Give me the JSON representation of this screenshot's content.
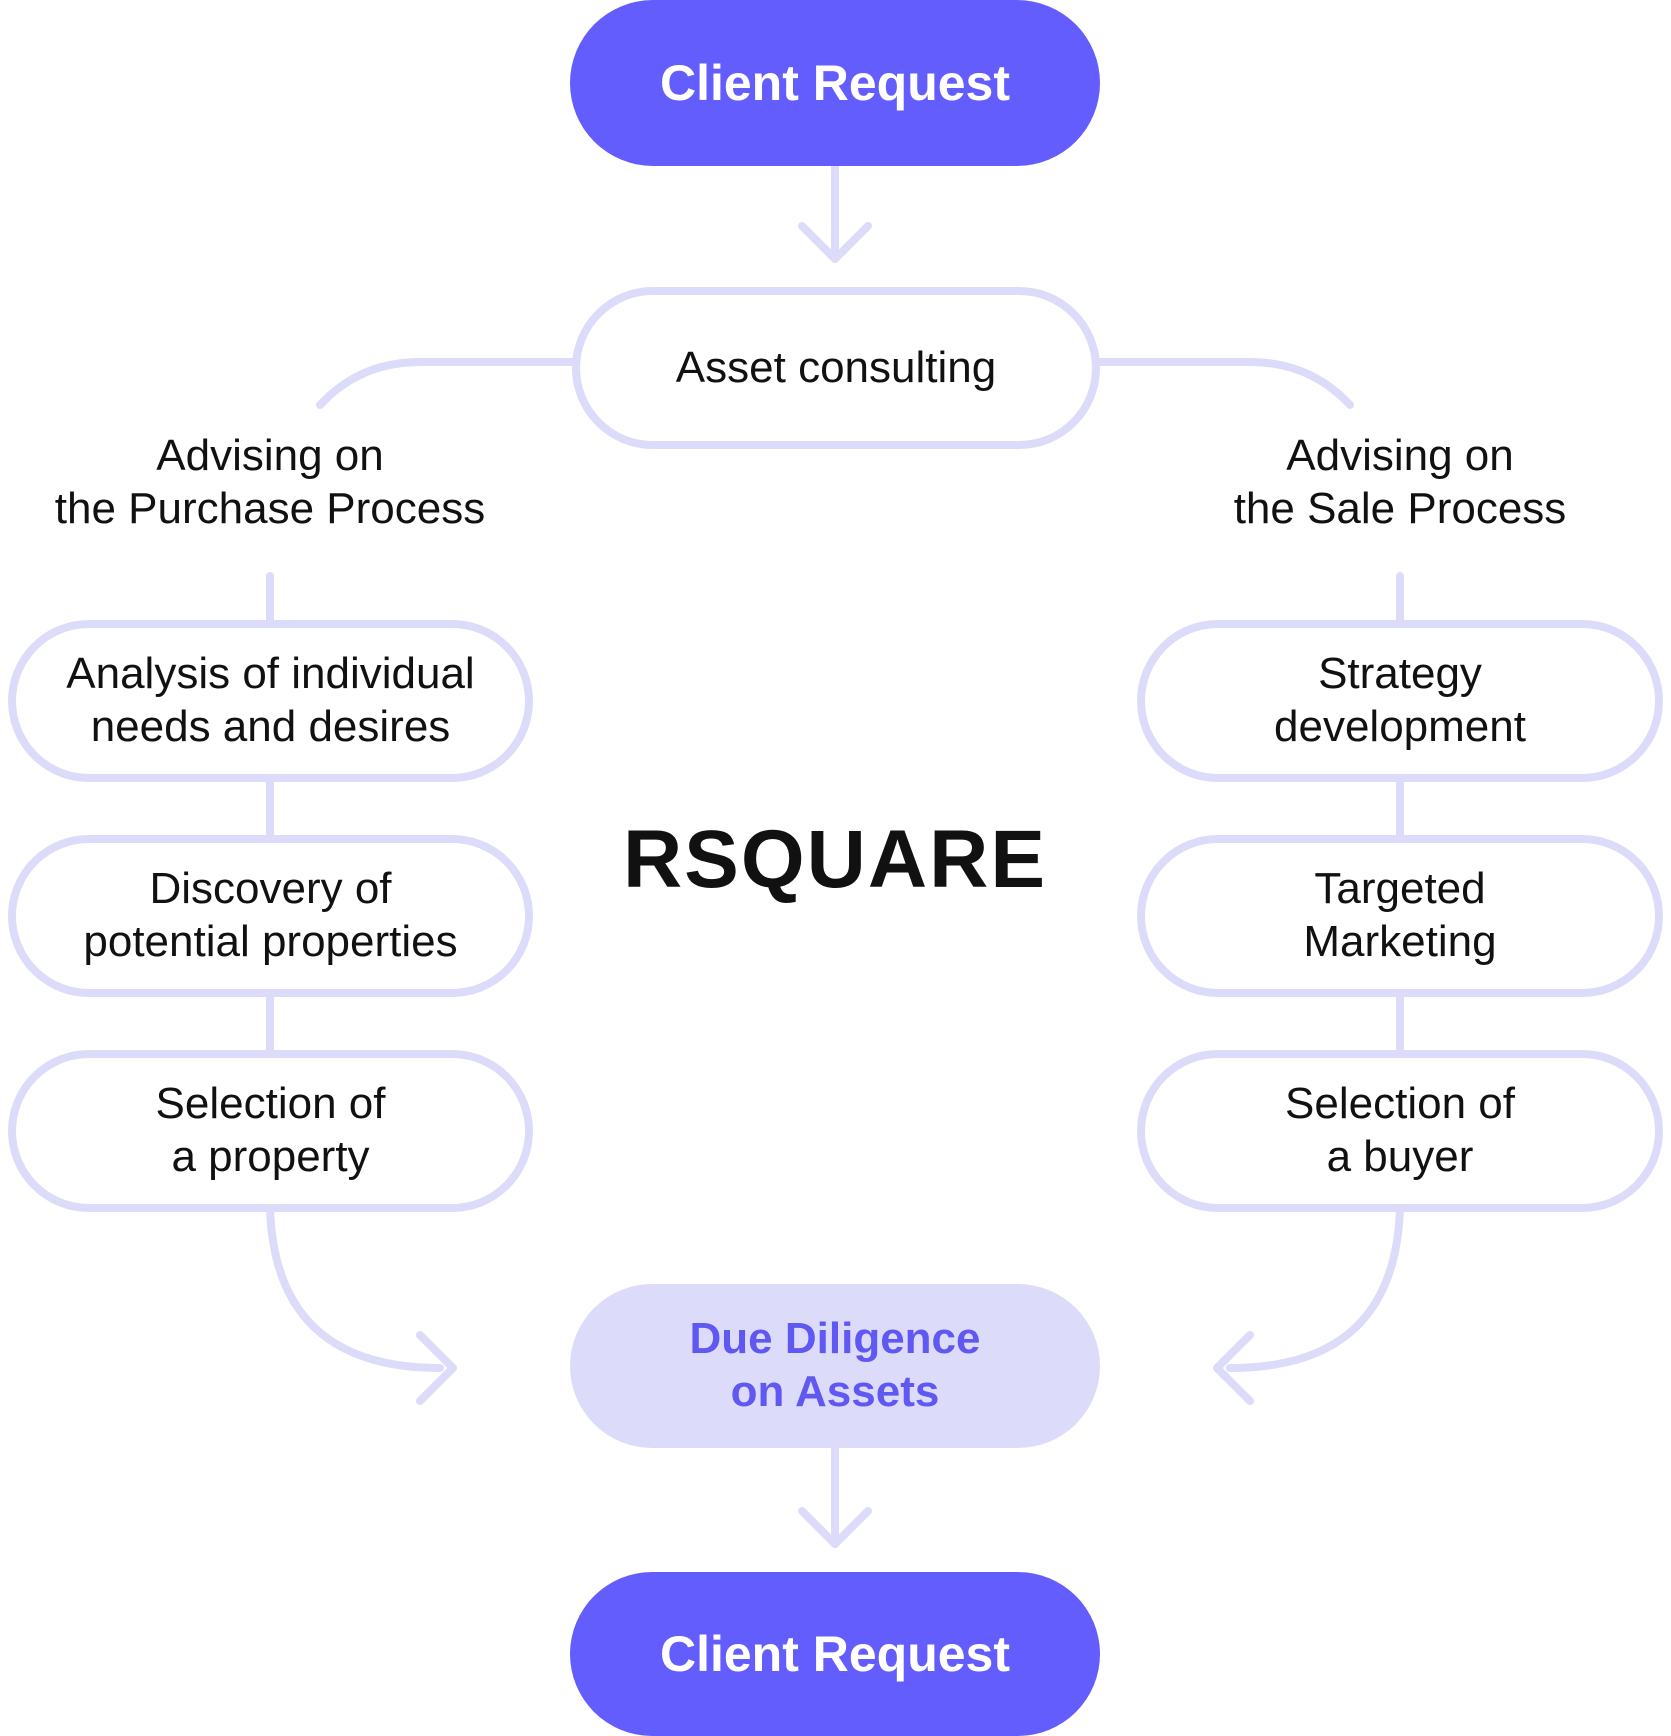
{
  "colors": {
    "accent": "#645dfe",
    "outline": "#dcdcfa",
    "soft_fill": "#dcdcfa",
    "soft_text": "#5f58f2",
    "text": "#111111",
    "background": "#ffffff"
  },
  "brand": {
    "logo_text": "RSQUARE"
  },
  "top": {
    "client_request": "Client Request",
    "asset_consulting": "Asset consulting"
  },
  "purchase": {
    "label_line1": "Advising on",
    "label_line2": "the Purchase Process",
    "steps": [
      {
        "line1": "Analysis of individual",
        "line2": "needs and desires"
      },
      {
        "line1": "Discovery of",
        "line2": "potential properties"
      },
      {
        "line1": "Selection of",
        "line2": "a property"
      }
    ]
  },
  "sale": {
    "label_line1": "Advising on",
    "label_line2": "the Sale Process",
    "steps": [
      {
        "line1": "Strategy",
        "line2": "development"
      },
      {
        "line1": "Targeted",
        "line2": "Marketing"
      },
      {
        "line1": "Selection of",
        "line2": "a buyer"
      }
    ]
  },
  "bottom": {
    "due_diligence_line1": "Due Diligence",
    "due_diligence_line2": "on Assets",
    "client_request": "Client Request"
  }
}
